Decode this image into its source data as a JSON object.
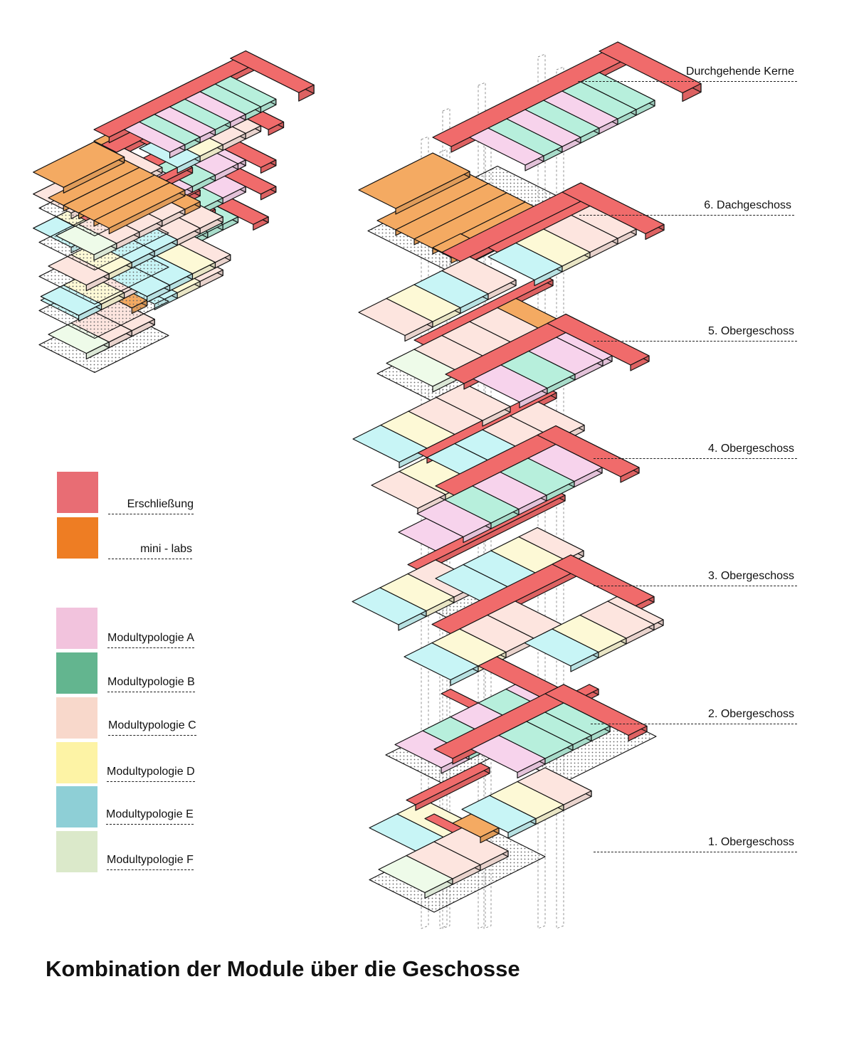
{
  "title": "Kombination der Module über die Geschosse",
  "core_label": "Durchgehende Kerne",
  "colors": {
    "erschliessung": "#f06b6b",
    "mini_labs": "#f4aa62",
    "A": "#f7d3ec",
    "B": "#b7efdc",
    "C": "#fde5df",
    "D": "#fdf9d6",
    "E": "#c8f5f6",
    "F": "#eefbe9",
    "outline": "#111111",
    "dots": "#666666"
  },
  "legend": [
    {
      "label": "Erschließung",
      "color": "#e86d74"
    },
    {
      "label": "mini - labs",
      "color": "#ee7d23"
    },
    {
      "label": "Modultypologie A",
      "color": "#f2c3dd"
    },
    {
      "label": "Modultypologie B",
      "color": "#63b58f"
    },
    {
      "label": "Modultypologie C",
      "color": "#f8d8cb"
    },
    {
      "label": "Modultypologie D",
      "color": "#fdf3a5"
    },
    {
      "label": "Modultypologie E",
      "color": "#8ecfd6"
    },
    {
      "label": "Modultypologie F",
      "color": "#dbe9ca"
    }
  ],
  "floors": [
    {
      "label": "6. Dachgeschoss"
    },
    {
      "label": "5. Obergeschoss"
    },
    {
      "label": "4. Obergeschoss"
    },
    {
      "label": "3. Obergeschoss"
    },
    {
      "label": "2. Obergeschoss"
    },
    {
      "label": "1. Obergeschoss"
    }
  ]
}
